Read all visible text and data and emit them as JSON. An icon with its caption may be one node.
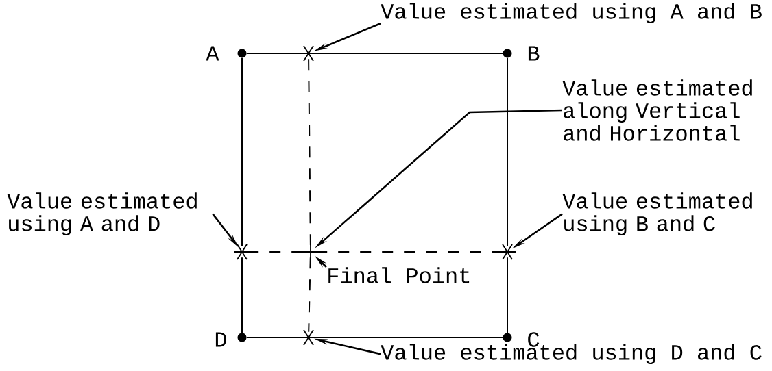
{
  "diagram": {
    "nodes": [
      {
        "text": [
          "Value estimated using A and B"
        ]
      },
      {
        "text": [
          "Value estimated along Vertical and Horizontal"
        ]
      },
      {
        "text": [
          "Value estimated using A and D"
        ]
      },
      {
        "text": [
          "Value estimated using B and C"
        ]
      },
      {
        "text": [
          "Final Point"
        ]
      },
      {
        "text": [
          "Value estimated using D and C"
        ]
      },
      {
        "text": [],
        "shape": "star"
      },
      {
        "text": [],
        "shape": "star"
      },
      {
        "text": [],
        "shape": "cross"
      },
      {
        "text": [],
        "shape": "star"
      },
      {
        "text": [],
        "shape": "star"
      },
      {
        "text": [],
        "shape": "circle"
      },
      {
        "text": [],
        "shape": "circle"
      },
      {
        "text": [],
        "shape": "circle"
      },
      {
        "text": [],
        "shape": "circle"
      }
    ],
    "edges": [
      {
        "from": 0,
        "to": 6,
        "arrow": "to"
      },
      {
        "from": 1,
        "to": 8,
        "arrow": "to"
      },
      {
        "from": 2,
        "to": 7,
        "arrow": "to"
      },
      {
        "from": 3,
        "to": 9,
        "arrow": "to"
      },
      {
        "from": 4,
        "to": 8,
        "arrow": "to"
      },
      {
        "from": 5,
        "to": 10,
        "arrow": "to"
      },
      {
        "from": 11,
        "to": 6,
        "arrow": "none"
      },
      {
        "from": 6,
        "to": 12,
        "arrow": "none"
      },
      {
        "from": 12,
        "to": 9,
        "arrow": "none"
      },
      {
        "from": 9,
        "to": 13,
        "arrow": "none"
      },
      {
        "from": 13,
        "to": 10,
        "arrow": "none"
      },
      {
        "from": 10,
        "to": 14,
        "arrow": "none"
      },
      {
        "from": 14,
        "to": 7,
        "arrow": "none"
      },
      {
        "from": 7,
        "to": 11,
        "arrow": "none"
      },
      {
        "from": 6,
        "to": 8,
        "arrow": "none",
        "style": "dashed"
      },
      {
        "from": 8,
        "to": 10,
        "arrow": "none",
        "style": "dashed"
      },
      {
        "from": 7,
        "to": 8,
        "arrow": "none",
        "style": "dashed"
      },
      {
        "from": 8,
        "to": 9,
        "arrow": "none",
        "style": "dashed"
      }
    ],
    "labels": [
      "A",
      "B",
      "D",
      "C"
    ]
  }
}
